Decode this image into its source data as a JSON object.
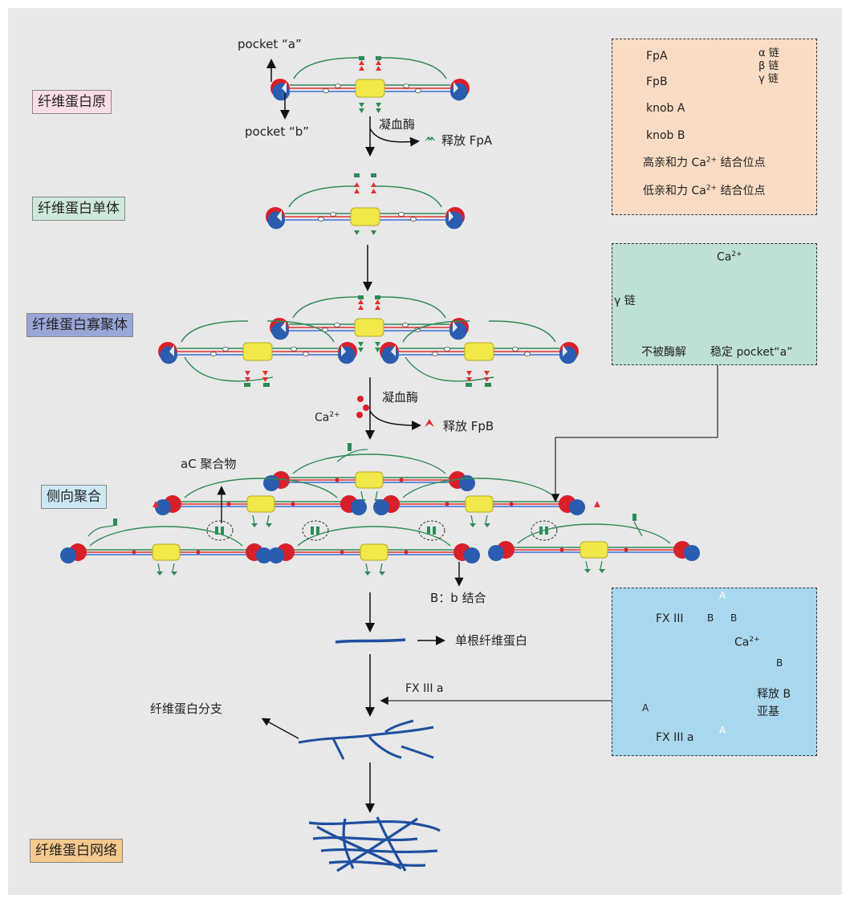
{
  "stages": {
    "fibrinogen": "纤维蛋白原",
    "monomer": "纤维蛋白单体",
    "oligomer": "纤维蛋白寡聚体",
    "lateral": "侧向聚合",
    "network": "纤维蛋白网络"
  },
  "labels": {
    "pocket_a": "pocket “a”",
    "pocket_b": "pocket “b”",
    "thrombin1": "凝血酶",
    "release_fpa": "释放 FpA",
    "thrombin2": "凝血酶",
    "ca": "Ca",
    "ca_sup": "2+",
    "release_fpb": "释放 FpB",
    "ac_polymer": "aC 聚合物",
    "b_binding": "B：b 结合",
    "single_fiber": "单根纤维蛋白",
    "fxiiia_arrow": "FX III a",
    "branch": "纤维蛋白分支"
  },
  "legend": {
    "fpa": "FpA",
    "fpb": "FpB",
    "knob_a": "knob A",
    "knob_b": "knob B",
    "alpha": "α 链",
    "beta": "β 链",
    "gamma": "γ 链",
    "high_affinity_pre": "高亲和力 Ca",
    "high_affinity_post": " 结合位点",
    "low_affinity_pre": "低亲和力 Ca",
    "low_affinity_post": " 结合位点",
    "sup": "2+"
  },
  "inset_gamma": {
    "ca": "Ca",
    "ca_sup": "2+",
    "gamma_chain": "γ 链",
    "no_enzymolysis": "不被酶解",
    "stable_pocket": "稳定 pocket“a”"
  },
  "inset_fxiii": {
    "fxiii": "FX III",
    "ca": "Ca",
    "ca_sup": "2+",
    "release_b1": "释放 B",
    "release_b2": "亚基",
    "fxiiia": "FX III a",
    "sub_a": "A",
    "sub_b": "B"
  },
  "colors": {
    "alpha_chain": "#2e8b57",
    "beta_chain": "#e03030",
    "gamma_chain": "#3a6fd8",
    "d_region_red": "#d8202a",
    "d_region_blue": "#2a5db0",
    "e_region": "#f2e84a",
    "fiber": "#1f4fa0",
    "stage_fibrinogen": "#fadde6",
    "stage_monomer": "#cfe8dc",
    "stage_oligomer": "#9aa6d8",
    "stage_lateral": "#cde8f2",
    "stage_network": "#f6c98e"
  }
}
